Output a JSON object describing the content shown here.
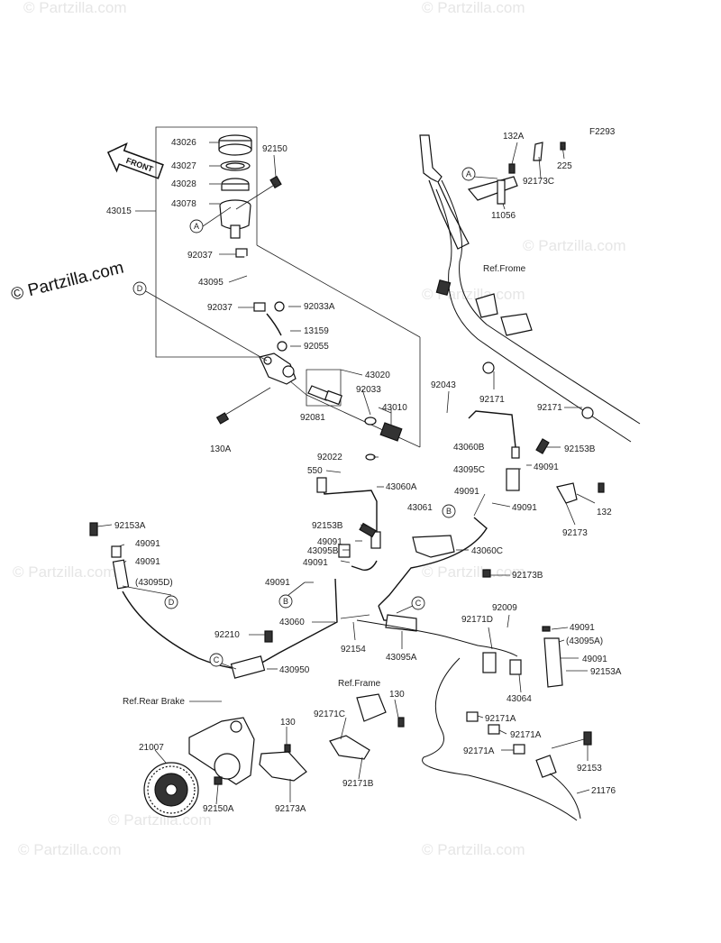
{
  "diagram": {
    "code": "F2293",
    "front_label": "FRONT",
    "watermark_main": "© Partzilla.com",
    "watermark_faint": "© Partzilla.com",
    "ref_frame_1": "Ref.Frome",
    "ref_frame_2": "Ref.Frame",
    "ref_rear_brake": "Ref.Rear Brake",
    "callouts": [
      "A",
      "B",
      "C",
      "D"
    ],
    "labels": [
      "43026",
      "43027",
      "43028",
      "43078",
      "92150",
      "43015",
      "92037",
      "43095",
      "92037",
      "92033A",
      "13159",
      "92055",
      "43020",
      "92033",
      "92081",
      "43010",
      "130A",
      "92022",
      "132A",
      "92173C",
      "225",
      "11056",
      "92043",
      "92171",
      "92171",
      "43060B",
      "92153B",
      "43095C",
      "49091",
      "49091",
      "43061",
      "49091",
      "92173B",
      "43060C",
      "550",
      "43060A",
      "92153B",
      "49091",
      "43095B",
      "49091",
      "92153A",
      "49091",
      "49091",
      "(43095D)",
      "49091",
      "43060",
      "92210",
      "430950",
      "92154",
      "43095A",
      "92009",
      "92171D",
      "49091",
      "(43095A)",
      "49091",
      "92153A",
      "43064",
      "130",
      "92171A",
      "92171A",
      "92171A",
      "92171C",
      "92171B",
      "130",
      "21007",
      "92150A",
      "92173A",
      "92153",
      "21176",
      "132",
      "92173"
    ]
  }
}
